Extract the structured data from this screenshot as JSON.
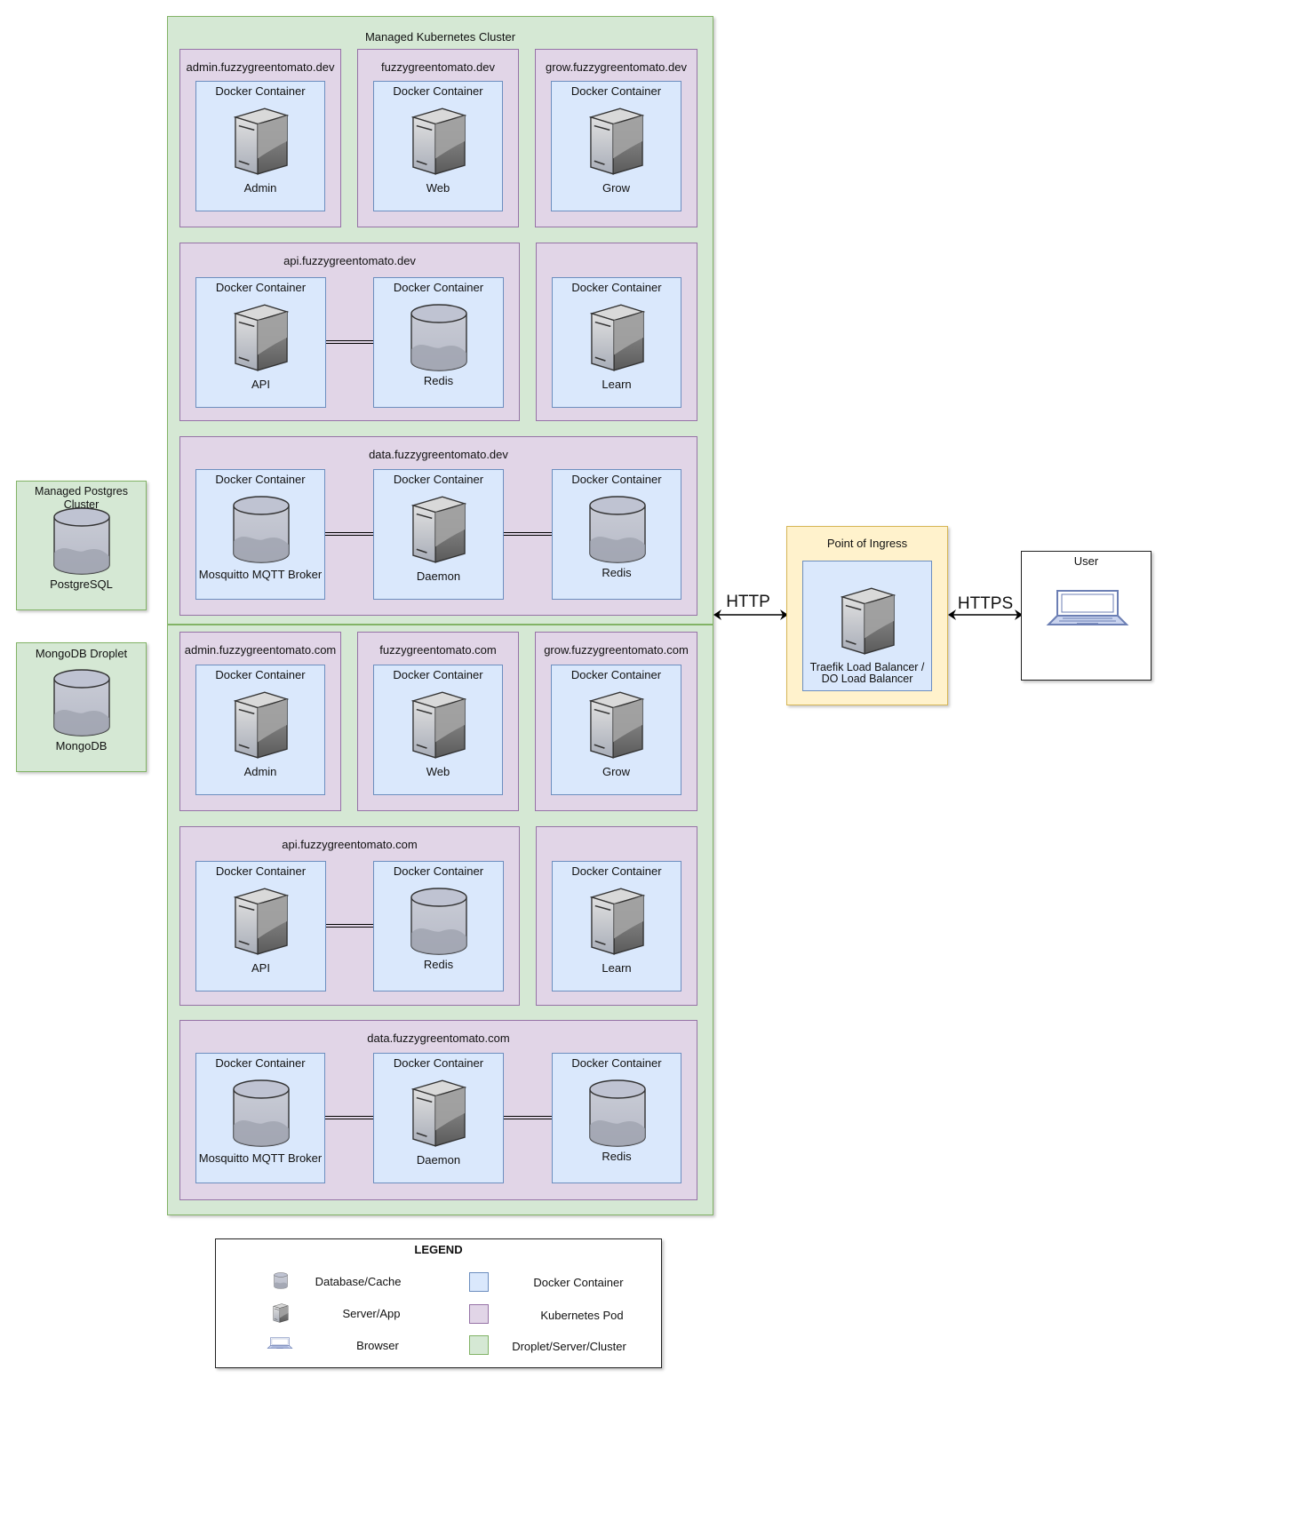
{
  "cluster": {
    "title": "Managed Kubernetes Cluster"
  },
  "docker_label": "Docker Container",
  "dev": {
    "pods": [
      {
        "title": "admin.fuzzygreentomato.dev",
        "apps": [
          "Admin"
        ]
      },
      {
        "title": "fuzzygreentomato.dev",
        "apps": [
          "Web"
        ]
      },
      {
        "title": "grow.fuzzygreentomato.dev",
        "apps": [
          "Grow"
        ]
      },
      {
        "title": "api.fuzzygreentomato.dev",
        "apps": [
          "API",
          "Redis"
        ]
      },
      {
        "title": "",
        "apps": [
          "Learn"
        ]
      },
      {
        "title": "data.fuzzygreentomato.dev",
        "apps": [
          "Mosquitto MQTT Broker",
          "Daemon",
          "Redis"
        ]
      }
    ]
  },
  "prod": {
    "pods": [
      {
        "title": "admin.fuzzygreentomato.com",
        "apps": [
          "Admin"
        ]
      },
      {
        "title": "fuzzygreentomato.com",
        "apps": [
          "Web"
        ]
      },
      {
        "title": "grow.fuzzygreentomato.com",
        "apps": [
          "Grow"
        ]
      },
      {
        "title": "api.fuzzygreentomato.com",
        "apps": [
          "API",
          "Redis"
        ]
      },
      {
        "title": "",
        "apps": [
          "Learn"
        ]
      },
      {
        "title": "data.fuzzygreentomato.com",
        "apps": [
          "Mosquitto MQTT Broker",
          "Daemon",
          "Redis"
        ]
      }
    ]
  },
  "postgres": {
    "title": "Managed Postgres Cluster",
    "db": "PostgreSQL"
  },
  "mongo": {
    "title": "MongoDB Droplet",
    "db": "MongoDB"
  },
  "ingress": {
    "title": "Point of Ingress",
    "app_line1": "Traefik Load Balancer /",
    "app_line2": "DO Load Balancer"
  },
  "user": {
    "title": "User"
  },
  "arrows": {
    "http": "HTTP",
    "https": "HTTPS"
  },
  "legend": {
    "title": "LEGEND",
    "db": "Database/Cache",
    "server": "Server/App",
    "browser": "Browser",
    "docker": "Docker Container",
    "pod": "Kubernetes Pod",
    "droplet": "Droplet/Server/Cluster"
  },
  "colors": {
    "green_fill": "#d5e8d4",
    "green_stroke": "#82b366",
    "purple_fill": "#e1d5e7",
    "purple_stroke": "#9673a6",
    "blue_fill": "#dae8fc",
    "blue_stroke": "#6c8ebf",
    "yellow_fill": "#fff2cc",
    "yellow_stroke": "#d6b656"
  }
}
